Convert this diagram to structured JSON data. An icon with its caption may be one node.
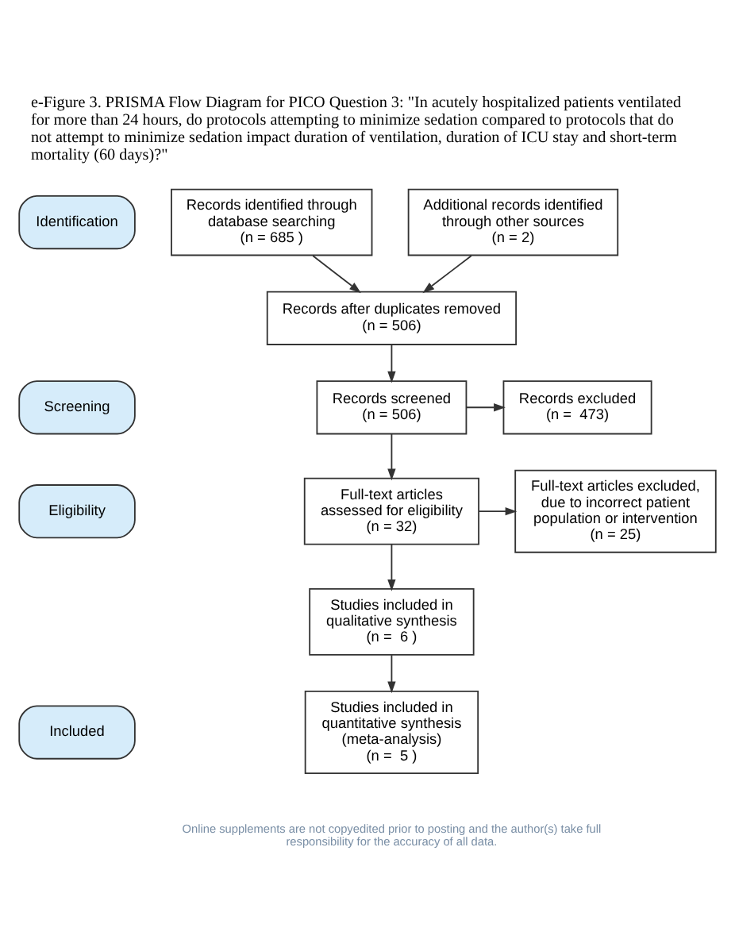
{
  "diagram": {
    "title": "e-Figure 3. PRISMA Flow Diagram for PICO Question 3: \"In acutely hospitalized patients ventilated for more than 24 hours, do protocols attempting to minimize sedation compared to protocols that do not attempt to minimize sedation impact duration of ventilation, duration of ICU stay and short-term mortality (60 days)?\"",
    "nodes": [
      {
        "text": [
          "Identification"
        ]
      },
      {
        "text": [
          "Screening"
        ]
      },
      {
        "text": [
          "Eligibility"
        ]
      },
      {
        "text": [
          "Included"
        ]
      },
      {
        "text": [
          "Records identified through database searching",
          "(n = 685 )"
        ]
      },
      {
        "text": [
          "Additional records identified through other sources",
          "(n = 2)"
        ]
      },
      {
        "text": [
          "Records after duplicates removed",
          "(n = 506)"
        ]
      },
      {
        "text": [
          "Records screened",
          "(n = 506)"
        ]
      },
      {
        "text": [
          "Records excluded",
          "(n =  473)"
        ]
      },
      {
        "text": [
          "Full-text articles assessed for eligibility",
          "(n = 32)"
        ]
      },
      {
        "text": [
          "Full-text articles excluded, due to incorrect patient population or intervention",
          "(n = 25)"
        ]
      },
      {
        "text": [
          "Studies included in qualitative synthesis",
          "(n =  6 )"
        ]
      },
      {
        "text": [
          "Studies included in quantitative synthesis (meta-analysis)",
          "(n =  5 )"
        ]
      }
    ],
    "edges": [
      {
        "from": 4,
        "to": 6,
        "arrow": "to"
      },
      {
        "from": 5,
        "to": 6,
        "arrow": "to"
      },
      {
        "from": 6,
        "to": 7,
        "arrow": "to"
      },
      {
        "from": 7,
        "to": 8,
        "arrow": "to"
      },
      {
        "from": 7,
        "to": 9,
        "arrow": "to"
      },
      {
        "from": 9,
        "to": 10,
        "arrow": "to"
      },
      {
        "from": 9,
        "to": 11,
        "arrow": "to"
      },
      {
        "from": 11,
        "to": 12,
        "arrow": "to"
      }
    ],
    "labels": [
      "Online supplements are not copyedited prior to posting and the author(s) take full responsibility for the accuracy of all data."
    ]
  }
}
